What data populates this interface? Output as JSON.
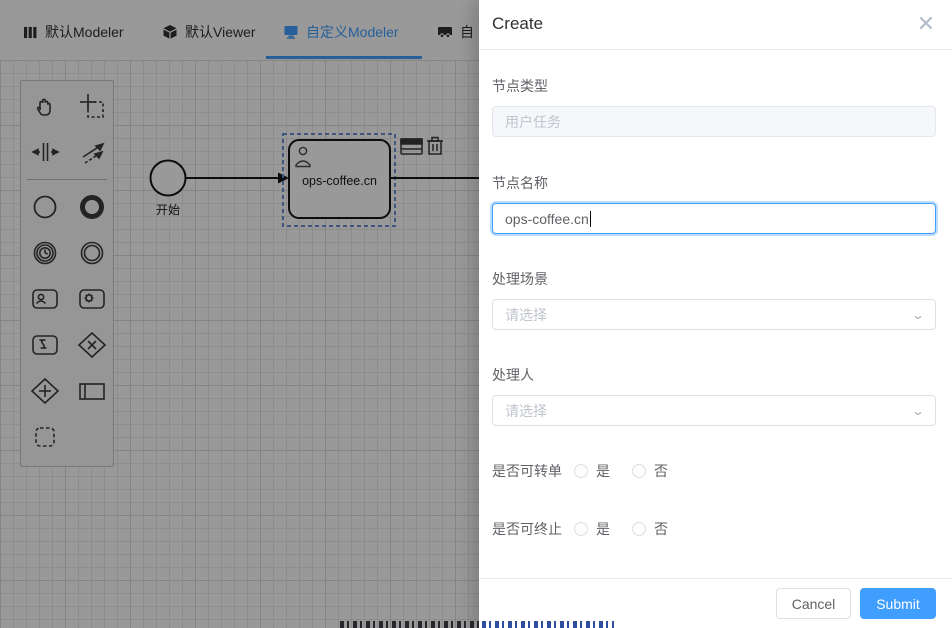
{
  "tabs": {
    "items": [
      {
        "label": "默认Modeler"
      },
      {
        "label": "默认Viewer"
      },
      {
        "label": "自定义Modeler"
      },
      {
        "label": "自"
      }
    ],
    "active_label": "自定义Modeler"
  },
  "palette": {
    "tools": [
      "hand-tool",
      "lasso-tool",
      "space-tool",
      "global-connect-tool",
      "create-start-event",
      "create-end-event",
      "create-timer-intermediate-event",
      "create-intermediate-event",
      "create-user-task",
      "create-service-task",
      "create-script-task",
      "create-exclusive-gateway",
      "create-parallel-gateway",
      "create-participant",
      "create-group"
    ]
  },
  "canvas": {
    "start_event_label": "开始",
    "task_label": "ops-coffee.cn",
    "context_pad_icons": [
      "screen-icon",
      "trash-icon"
    ]
  },
  "drawer": {
    "title": "Create",
    "close_glyph": "✕",
    "fields": {
      "node_type": {
        "label": "节点类型",
        "placeholder": "用户任务"
      },
      "node_name": {
        "label": "节点名称",
        "value": "ops-coffee.cn"
      },
      "scene": {
        "label": "处理场景",
        "placeholder": "请选择",
        "chevron": "⌄"
      },
      "handler": {
        "label": "处理人",
        "placeholder": "请选择",
        "chevron": "⌄"
      },
      "transferable": {
        "label": "是否可转单",
        "options": [
          "是",
          "否"
        ]
      },
      "terminable": {
        "label": "是否可终止",
        "options": [
          "是",
          "否"
        ]
      }
    },
    "footer": {
      "cancel_label": "Cancel",
      "submit_label": "Submit"
    }
  },
  "colors": {
    "accent": "#409eff",
    "mask": "rgba(0,0,0,0.40)",
    "focus_ring": "rgba(64,158,255,0.35)"
  }
}
